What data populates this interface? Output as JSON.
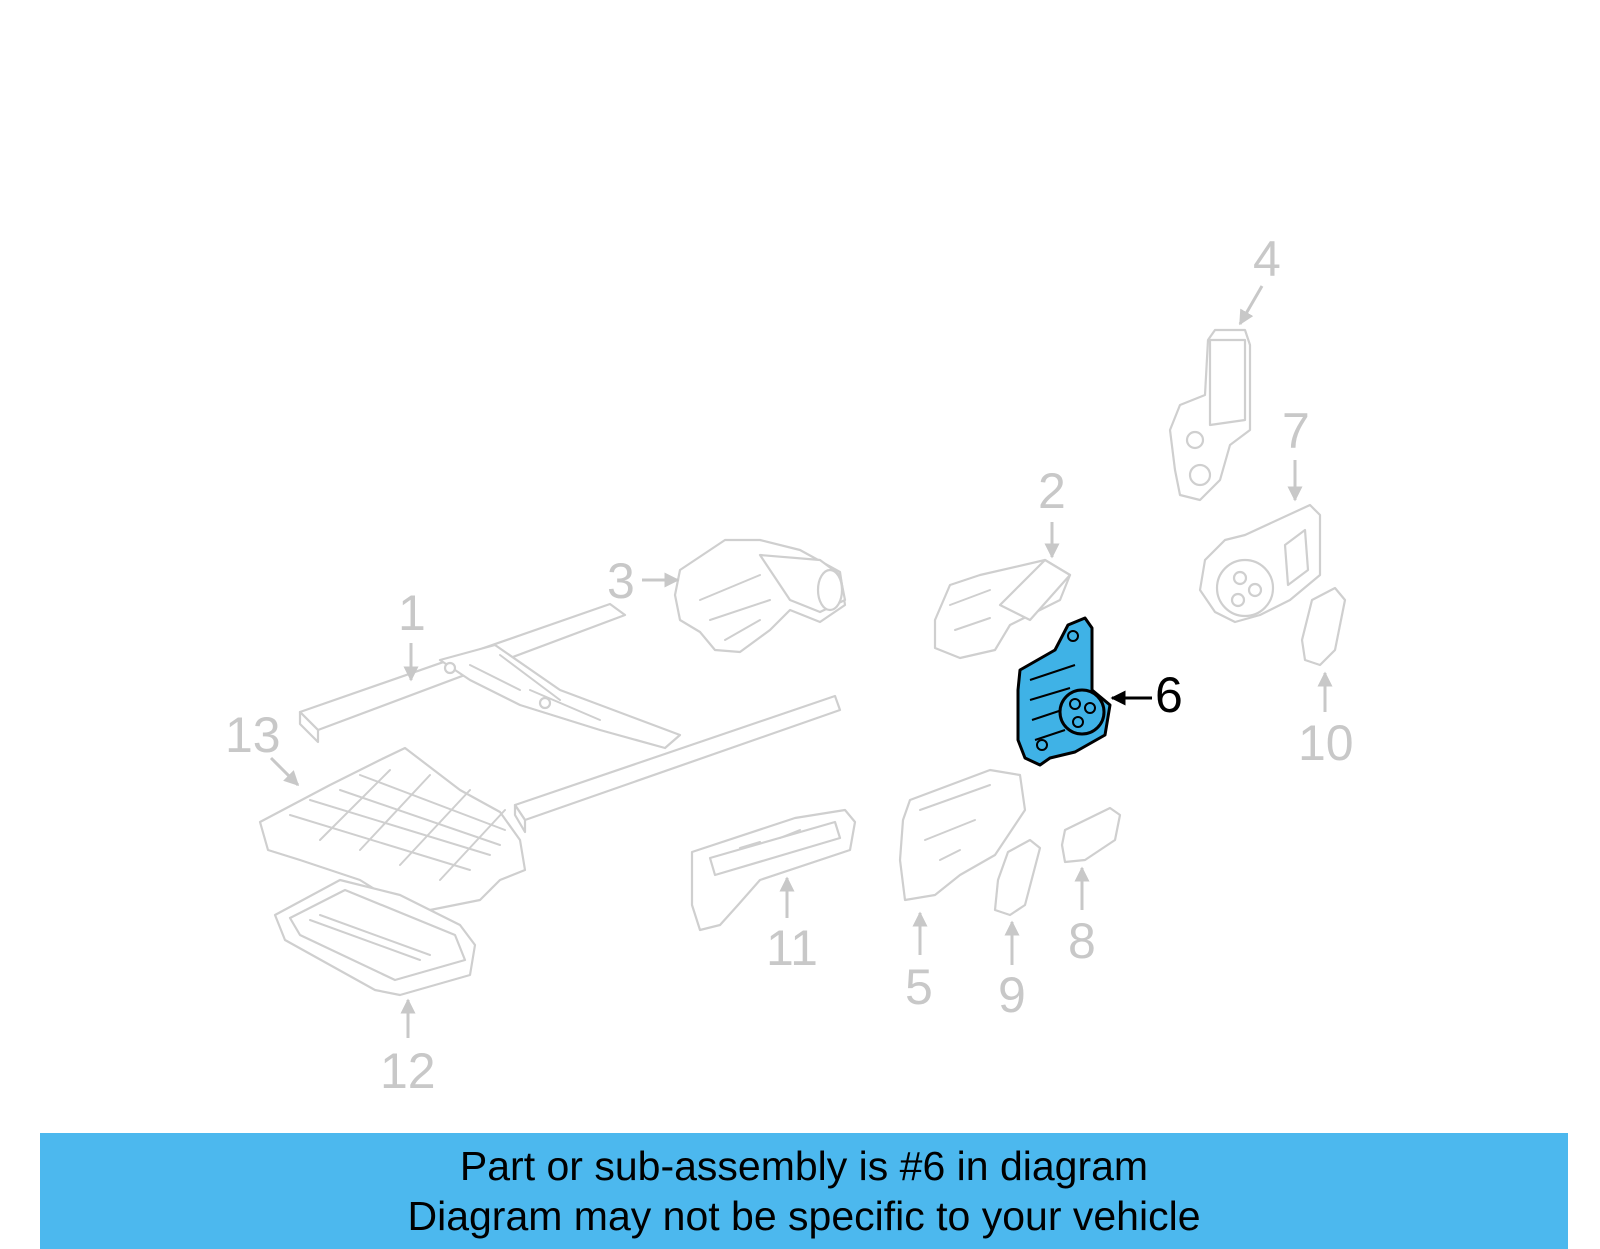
{
  "diagram": {
    "callouts": [
      {
        "id": "1",
        "label": "1"
      },
      {
        "id": "2",
        "label": "2"
      },
      {
        "id": "3",
        "label": "3"
      },
      {
        "id": "4",
        "label": "4"
      },
      {
        "id": "5",
        "label": "5"
      },
      {
        "id": "6",
        "label": "6"
      },
      {
        "id": "7",
        "label": "7"
      },
      {
        "id": "8",
        "label": "8"
      },
      {
        "id": "9",
        "label": "9"
      },
      {
        "id": "10",
        "label": "10"
      },
      {
        "id": "11",
        "label": "11"
      },
      {
        "id": "12",
        "label": "12"
      },
      {
        "id": "13",
        "label": "13"
      }
    ],
    "highlighted_part": "6",
    "colors": {
      "highlight_fill": "#3fb2e6",
      "highlight_stroke": "#000000",
      "ghost_stroke": "#cfcfcf",
      "ghost_text": "#c8c8c8",
      "banner_bg": "#4cb8ee"
    }
  },
  "banner": {
    "line1": "Part or sub-assembly is #6 in diagram",
    "line2": "Diagram may not be specific to your vehicle"
  }
}
